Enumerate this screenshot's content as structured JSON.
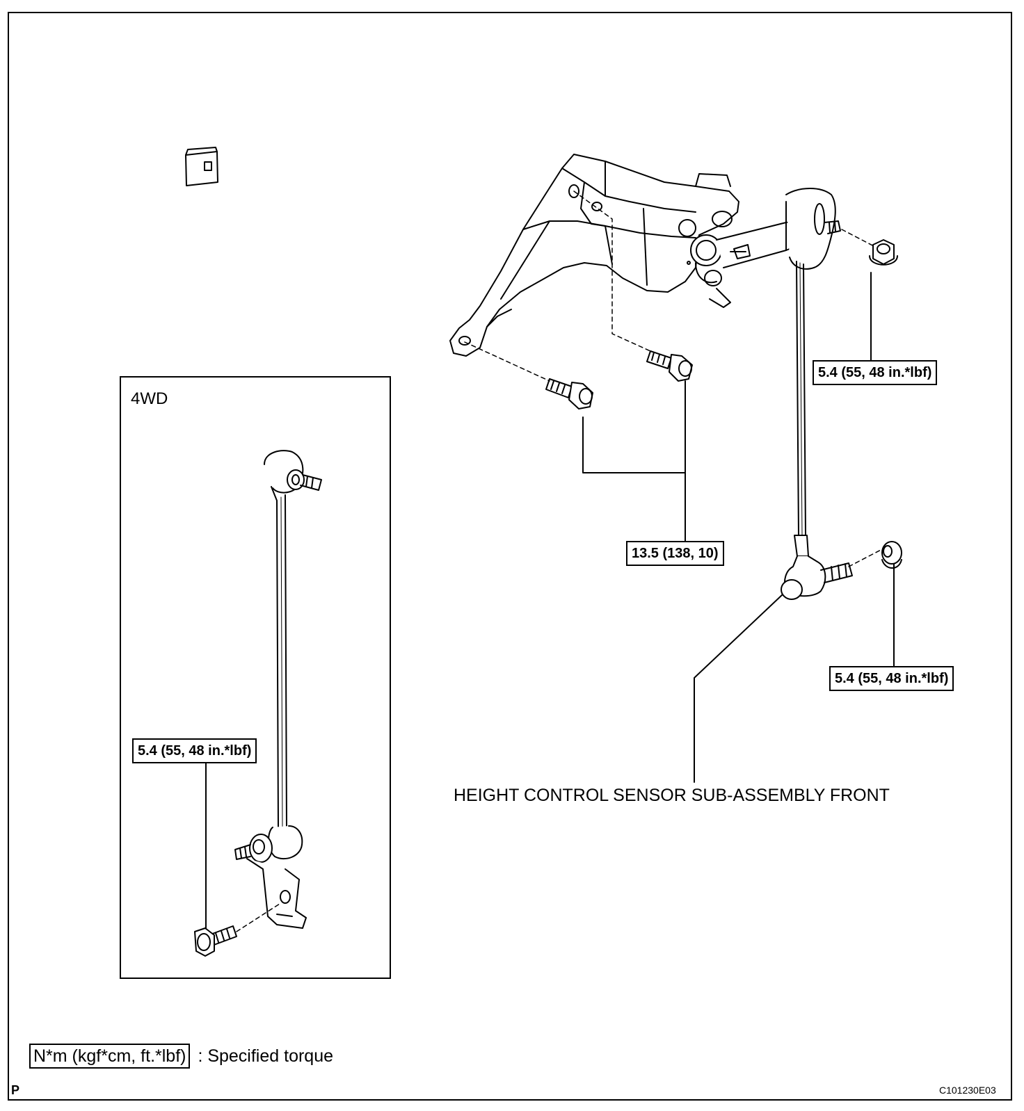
{
  "inset": {
    "label": "4WD"
  },
  "torques": {
    "upper_nut": "5.4 (55, 48 in.*lbf)",
    "bracket_bolts": "13.5 (138, 10)",
    "lower_nut": "5.4 (55, 48 in.*lbf)",
    "inset_bolt": "5.4 (55, 48 in.*lbf)"
  },
  "part_label": "HEIGHT CONTROL SENSOR SUB-ASSEMBLY FRONT",
  "legend": {
    "unit_box": "N*m (kgf*cm, ft.*lbf)",
    "description": ": Specified torque"
  },
  "footer": {
    "left_mark": "P",
    "figure_code": "C101230E03"
  }
}
